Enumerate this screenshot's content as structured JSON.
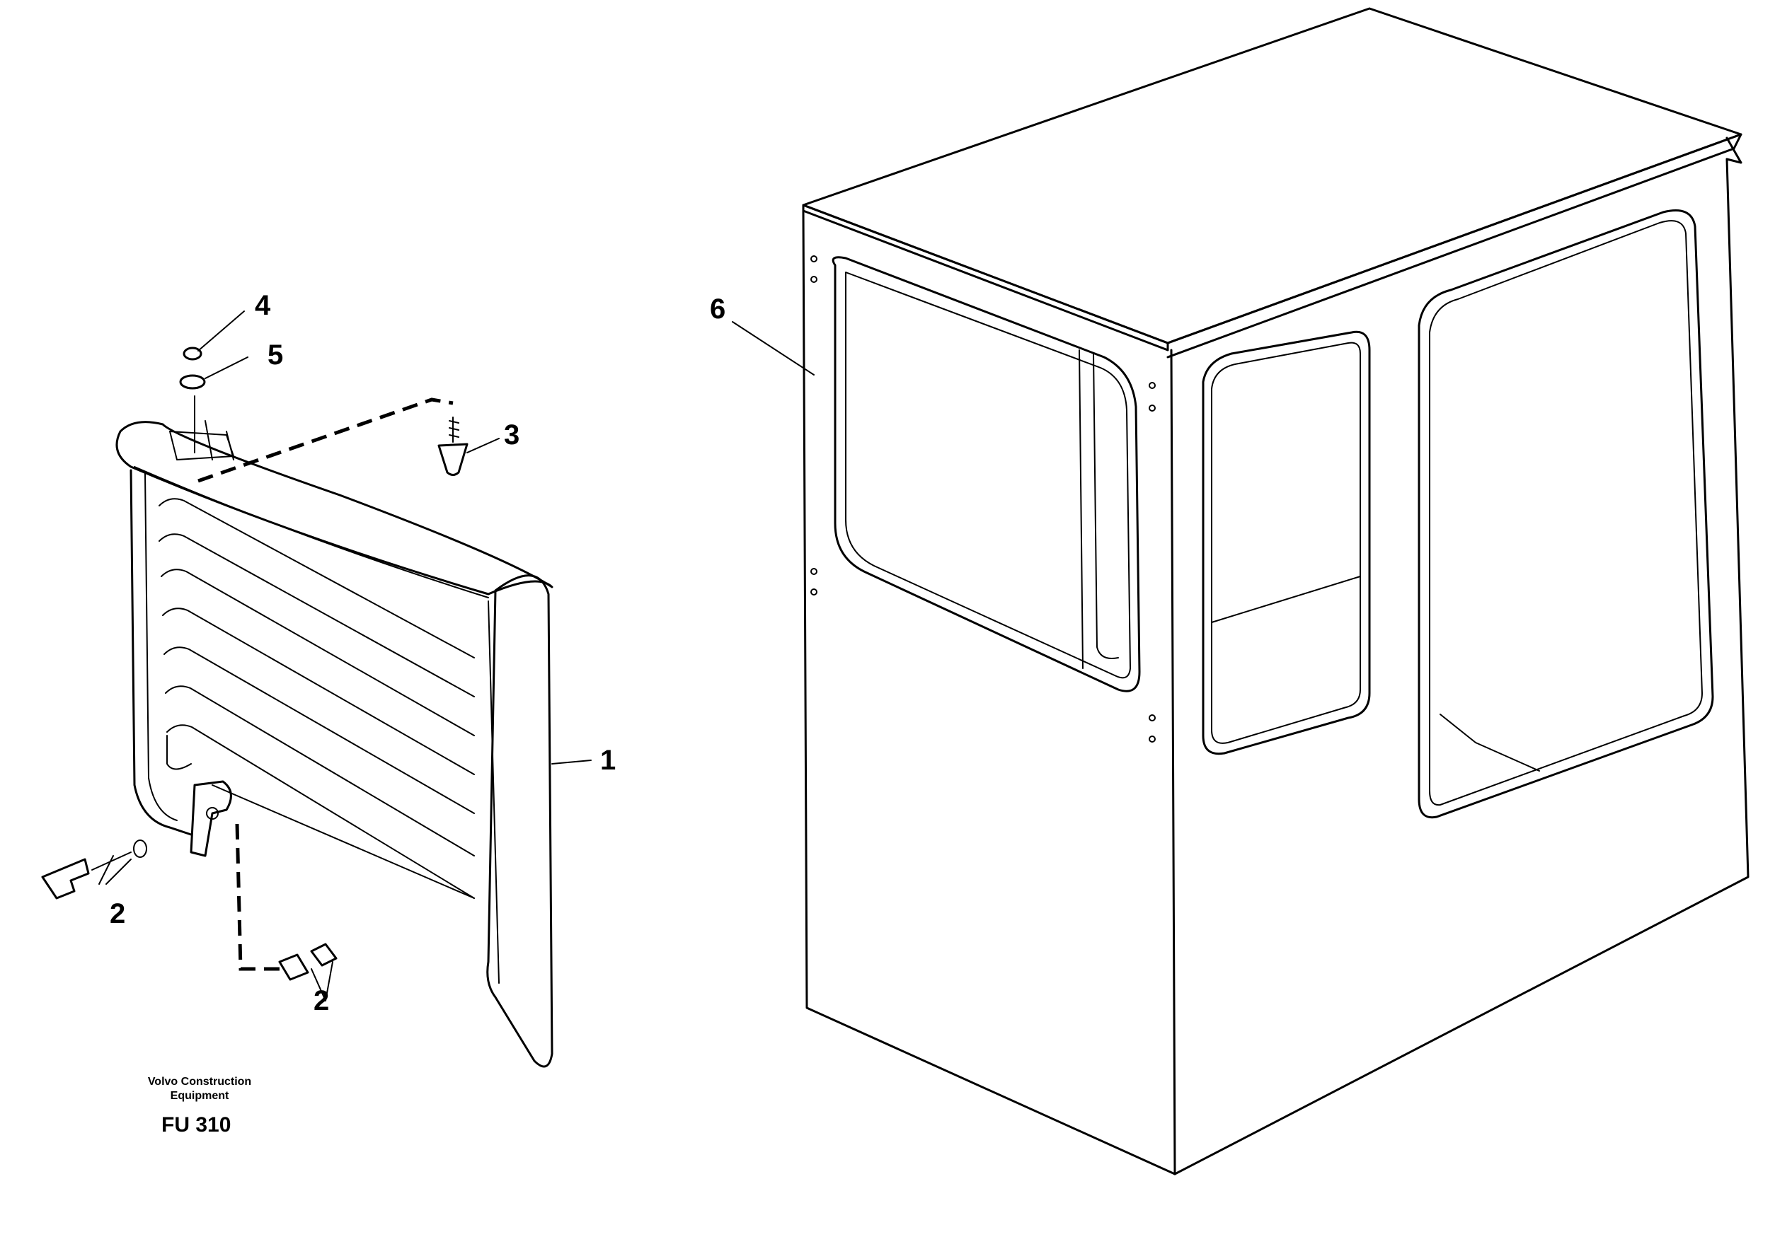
{
  "callouts": {
    "c1": "1",
    "c2a": "2",
    "c2b": "2",
    "c3": "3",
    "c4": "4",
    "c5": "5",
    "c6": "6"
  },
  "footer": {
    "credit_line1": "Volvo Construction",
    "credit_line2": "Equipment",
    "figure_code": "FU 310"
  }
}
